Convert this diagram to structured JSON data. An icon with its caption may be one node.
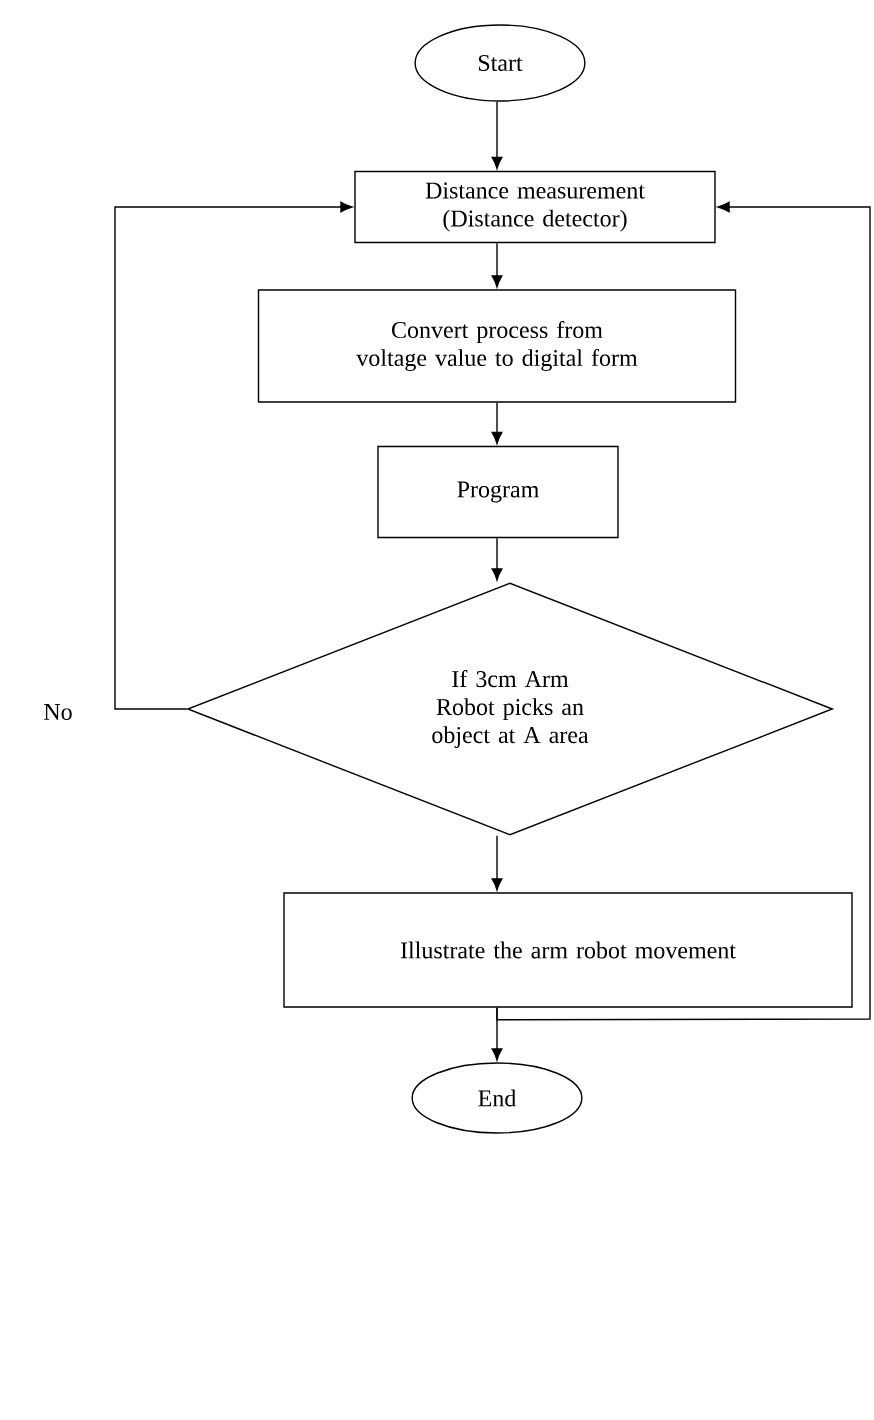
{
  "diagram": {
    "nodes": [
      {
        "text": [
          "Start"
        ]
      },
      {
        "text": [
          "Distance measurement (Distance detector)"
        ]
      },
      {
        "text": [
          "Convert process from voltage value to digital form"
        ]
      },
      {
        "text": [
          "Program"
        ]
      },
      {
        "text": [
          "If 3cm Arm Robot picks an object at A area"
        ]
      },
      {
        "text": [
          "Illustrate the arm robot movement"
        ]
      },
      {
        "text": [
          "End"
        ]
      }
    ],
    "edges": [
      {
        "from": 0,
        "to": 1,
        "arrow": "to"
      },
      {
        "from": 1,
        "to": 2,
        "arrow": "to"
      },
      {
        "from": 2,
        "to": 3,
        "arrow": "to"
      },
      {
        "from": 3,
        "to": 4,
        "arrow": "to"
      },
      {
        "from": 4,
        "to": 5,
        "arrow": "to"
      },
      {
        "from": 5,
        "to": 6,
        "arrow": "to"
      },
      {
        "from": 4,
        "to": 1,
        "arrow": "to",
        "label": "No"
      },
      {
        "from": 5,
        "to": 1,
        "arrow": "to"
      }
    ]
  }
}
